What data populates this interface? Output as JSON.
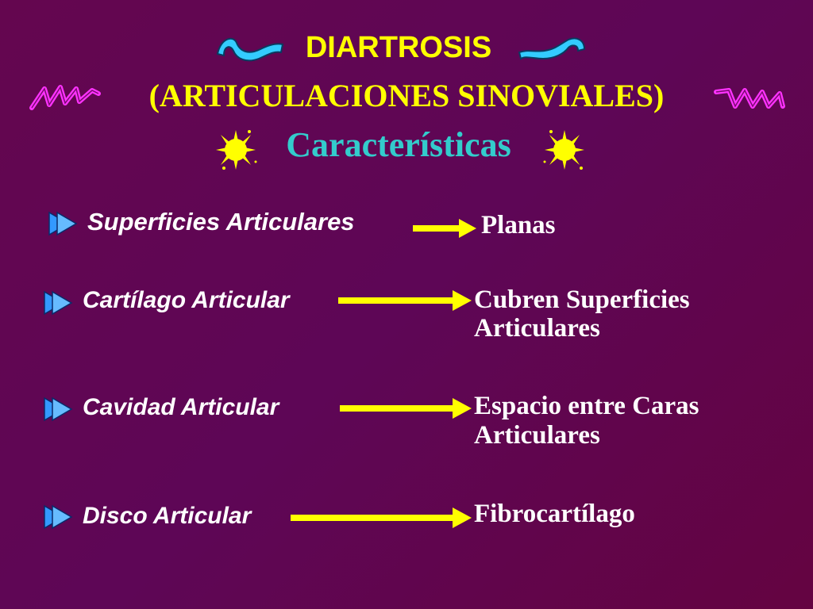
{
  "slide": {
    "title": "DIARTROSIS",
    "subtitle": "(ARTICULACIONES SINOVIALES)",
    "heading": "Características"
  },
  "items": [
    {
      "term": "Superficies Articulares",
      "description": "Planas"
    },
    {
      "term": "Cartílago Articular",
      "description": [
        "Cubren Superficies",
        "Articulares"
      ]
    },
    {
      "term": "Cavidad Articular",
      "description": [
        "Espacio entre Caras",
        "Articulares"
      ]
    },
    {
      "term": "Disco Articular",
      "description": "Fibrocartílago"
    }
  ],
  "colors": {
    "background": "#620650",
    "title": "#ffff00",
    "heading": "#33cccc",
    "arrow": "#ffff00",
    "bullet": "#3399ff",
    "swirl": "#33ccff",
    "ornament": "#ff33ff",
    "text": "#ffffff"
  },
  "icons": [
    "swirl-ornament",
    "magenta-scribble-ornament",
    "yellow-splat-ornament",
    "blue-chevron-bullet",
    "yellow-arrow"
  ]
}
